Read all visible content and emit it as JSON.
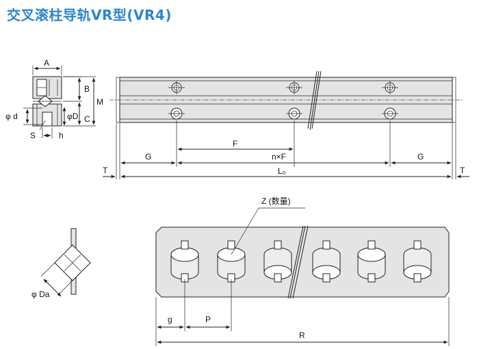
{
  "title": "交叉滚柱导轨VR型(VR4)",
  "labels": {
    "A": "A",
    "B": "B",
    "C": "C",
    "M": "M",
    "d": "φ d",
    "D": "φD",
    "S": "S",
    "h": "h",
    "F": "F",
    "G_left": "G",
    "G_right": "G",
    "nF": "n×F",
    "L0": "L₀",
    "T_left": "T",
    "T_right": "T",
    "Z": "Z (数量)",
    "Da": "φ Da",
    "g": "g",
    "P": "P",
    "R": "R"
  }
}
